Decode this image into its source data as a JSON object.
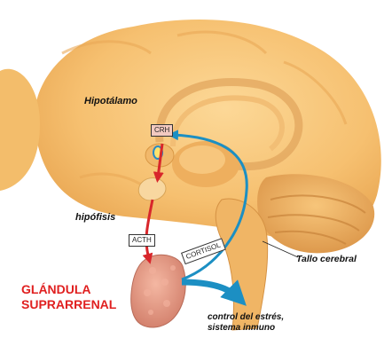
{
  "labels": {
    "hypothalamus": "Hipotálamo",
    "pituitary": "hipófisis",
    "brainstem": "Tallo cerebral",
    "adrenal_line1": "GLÁNDULA",
    "adrenal_line2": "SUPRARRENAL",
    "effect_line1": "control del estrés,",
    "effect_line2": "sistema inmuno"
  },
  "hormones": {
    "crh": "CRH",
    "acth": "ACTH",
    "cortisol": "CORTISOL"
  },
  "colors": {
    "brain_fill": "#f7c677",
    "brain_shadow": "#e3a24a",
    "stimulus_arrow": "#d8262b",
    "feedback_arrow": "#1c8fc3",
    "adrenal_fill": "#e89a84",
    "adrenal_label": "#e02020"
  }
}
